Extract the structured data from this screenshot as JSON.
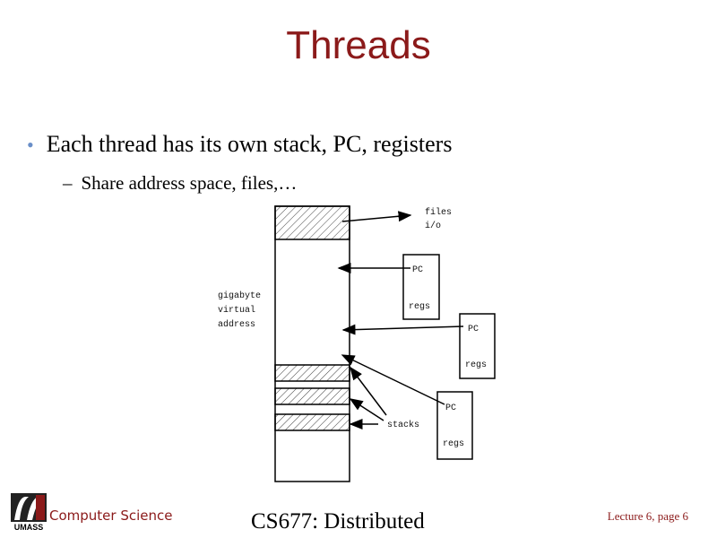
{
  "title": "Threads",
  "bullets": [
    {
      "text": "Each thread has its own stack, PC, registers",
      "sub": "Share address space, files,…"
    }
  ],
  "diagram": {
    "files_label": "files",
    "io_label": "i/o",
    "address_label": [
      "gigabyte",
      "virtual",
      "address"
    ],
    "pc_label": "PC",
    "regs_label": "regs",
    "stacks_label": "stacks"
  },
  "footer": {
    "logo_text": "UMASS",
    "dept": "Computer Science",
    "course": "CS677: Distributed",
    "page": "Lecture 6, page 6"
  },
  "colors": {
    "title": "#8b1a1a"
  }
}
